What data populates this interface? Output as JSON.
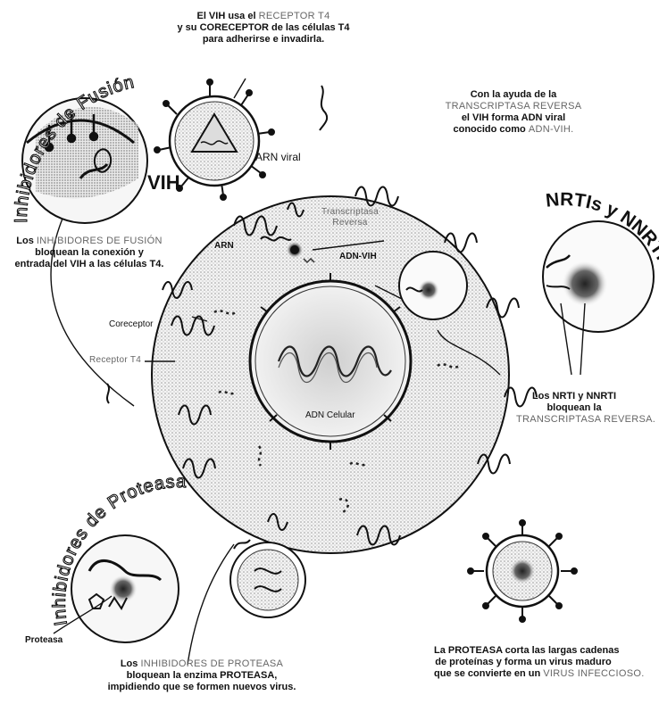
{
  "arc_titles": {
    "fusion": "Inhibidores de Fusión",
    "protease": "Inhibidores de Proteasa",
    "nrti": "NRTIs y NNRTIs"
  },
  "labels": {
    "vih": "VIH",
    "arn_viral": "ARN viral",
    "arn": "ARN",
    "transcriptasa_1": "Transcriptasa",
    "transcriptasa_2": "Reversa",
    "adn_vih": "ADN-VIH",
    "coreceptor": "Coreceptor",
    "receptor_t4": "Receptor T4",
    "adn_celular": "ADN Celular",
    "proteasa": "Proteasa"
  },
  "captions": {
    "top": [
      {
        "pre": "El VIH usa el ",
        "hl": "RECEPTOR T4",
        "post": ""
      },
      {
        "pre": "y su CORECEPTOR de las células T4",
        "hl": "",
        "post": ""
      },
      {
        "pre": "para adherirse e invadirla.",
        "hl": "",
        "post": ""
      }
    ],
    "reverse": [
      {
        "pre": "Con la ayuda de la",
        "hl": "",
        "post": ""
      },
      {
        "pre": "",
        "hl": "TRANSCRIPTASA REVERSA",
        "post": ""
      },
      {
        "pre": "el VIH forma ADN viral",
        "hl": "",
        "post": ""
      },
      {
        "pre": "conocido como ",
        "hl": "ADN-VIH.",
        "post": ""
      }
    ],
    "fusion": [
      {
        "pre": "Los ",
        "hl": "INHIBIDORES DE FUSIÓN",
        "post": ""
      },
      {
        "pre": "bloquean la conexión y",
        "hl": "",
        "post": ""
      },
      {
        "pre": "entrada del VIH a las células T4.",
        "hl": "",
        "post": ""
      }
    ],
    "nrti": [
      {
        "pre": "Los NRTI y NNRTI",
        "hl": "",
        "post": ""
      },
      {
        "pre": "bloquean la",
        "hl": "",
        "post": ""
      },
      {
        "pre": "",
        "hl": "TRANSCRIPTASA REVERSA.",
        "post": ""
      }
    ],
    "protease_inhib": [
      {
        "pre": "Los ",
        "hl": "INHIBIDORES DE PROTEASA",
        "post": ""
      },
      {
        "pre": "bloquean la enzima PROTEASA,",
        "hl": "",
        "post": ""
      },
      {
        "pre": "impidiendo que se formen nuevos virus.",
        "hl": "",
        "post": ""
      }
    ],
    "protease_mature": [
      {
        "pre": "La PROTEASA corta las largas cadenas",
        "hl": "",
        "post": ""
      },
      {
        "pre": "de proteínas y forma un virus maduro",
        "hl": "",
        "post": ""
      },
      {
        "pre": "que se convierte en un ",
        "hl": "VIRUS INFECCIOSO.",
        "post": ""
      }
    ]
  }
}
